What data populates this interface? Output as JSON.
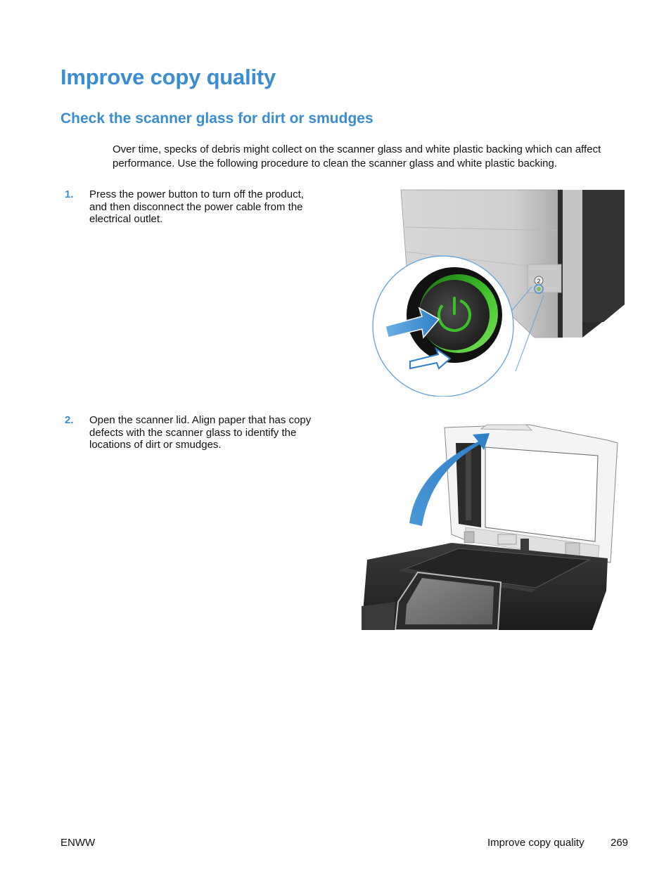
{
  "page": {
    "title": "Improve copy quality",
    "section_title": "Check the scanner glass for dirt or smudges",
    "intro": "Over time, specks of debris might collect on the scanner glass and white plastic backing which can affect performance. Use the following procedure to clean the scanner glass and white plastic backing."
  },
  "steps": [
    {
      "number": "1.",
      "text": "Press the power button to turn off the product, and then disconnect the power cable from the electrical outlet."
    },
    {
      "number": "2.",
      "text": "Open the scanner lid. Align paper that has copy defects with the scanner glass to identify the locations of dirt or smudges."
    }
  ],
  "figures": {
    "power_label": "2",
    "colors": {
      "accent": "#3a8dd0",
      "power_green": "#3cbf2a",
      "arrow_blue": "#4a97d6"
    }
  },
  "footer": {
    "left": "ENWW",
    "section": "Improve copy quality",
    "page_number": "269"
  }
}
